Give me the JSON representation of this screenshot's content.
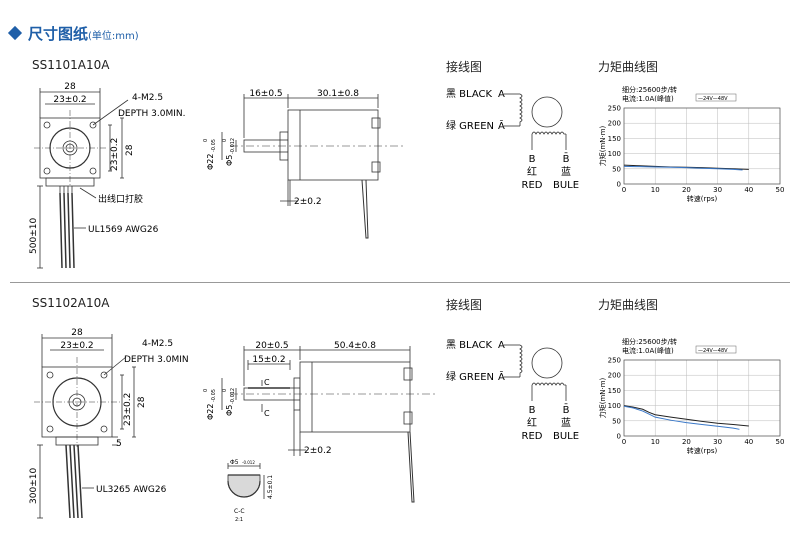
{
  "header": {
    "title": "尺寸图纸",
    "unit": "(单位:mm)"
  },
  "motors": [
    {
      "model": "SS1101A10A",
      "front": {
        "width": "28",
        "hole_spacing": "23±0.2",
        "thread": "4-M2.5",
        "depth": "DEPTH 3.0MIN.",
        "height": "28",
        "hole_spacing_v": "23±0.2",
        "outlet_note": "出线口打胶",
        "cable": "UL1569 AWG26",
        "lead_length": "500±10"
      },
      "side": {
        "shaft_length": "16±0.5",
        "body_length": "30.1±0.8",
        "boss_dia": "Φ22",
        "boss_tol_top": "0",
        "boss_tol_bot": "-0.05",
        "shaft_dia": "Φ5",
        "shaft_tol_top": "0",
        "shaft_tol_bot": "-0.012",
        "flange": "2±0.2"
      }
    },
    {
      "model": "SS1102A10A",
      "front": {
        "width": "28",
        "hole_spacing": "23±0.2",
        "thread": "4-M2.5",
        "depth": "DEPTH 3.0MIN",
        "height": "28",
        "hole_spacing_v": "23±0.2",
        "small_dim": "5",
        "cable": "UL3265 AWG26",
        "lead_length": "300±10"
      },
      "side": {
        "shaft_length": "20±0.5",
        "flat_length": "15±0.2",
        "body_length": "50.4±0.8",
        "boss_dia": "Φ22",
        "boss_tol_top": "0",
        "boss_tol_bot": "-0.05",
        "shaft_dia": "Φ5",
        "shaft_tol_top": "0",
        "shaft_tol_bot": "-0.012",
        "flange": "2±0.2",
        "section_mark": "C"
      },
      "section": {
        "dia": "Φ5",
        "dia_tol": "-0.012",
        "flat": "4.5±0.1",
        "label": "C-C",
        "scale": "2:1"
      }
    }
  ],
  "wiring": {
    "title": "接线图",
    "a_label": "黑 BLACK",
    "a_letter": "A",
    "abar_label": "绿 GREEN",
    "abar_letter": "Ā",
    "b_letter": "B",
    "bbar_letter": "B̄",
    "b_cn": "红",
    "b_en": "RED",
    "bbar_cn": "蓝",
    "bbar_en": "BULE"
  },
  "torque_title": "力矩曲线图",
  "chart_data": [
    {
      "type": "line",
      "subdivision": "细分:25600步/转",
      "current": "电流:1.0A(峰值)",
      "legend": "—24V—48V",
      "xlabel": "转速(rps)",
      "ylabel": "力矩(mN·m)",
      "xlim": [
        0,
        50
      ],
      "ylim": [
        0,
        250
      ],
      "xticks": [
        0,
        10,
        20,
        30,
        40,
        50
      ],
      "yticks": [
        0,
        50,
        100,
        150,
        200,
        250
      ],
      "series": [
        {
          "x": [
            0,
            5,
            10,
            15,
            20,
            25,
            30,
            35,
            40
          ],
          "values": [
            62,
            60,
            58,
            56,
            55,
            54,
            52,
            50,
            48
          ],
          "color": "#222222"
        },
        {
          "x": [
            0,
            5,
            10,
            15,
            20,
            25,
            30,
            35,
            38
          ],
          "values": [
            58,
            57,
            56,
            55,
            54,
            52,
            50,
            48,
            46
          ],
          "color": "#3a78c8"
        }
      ]
    },
    {
      "type": "line",
      "subdivision": "细分:25600步/转",
      "current": "电流:1.0A(峰值)",
      "legend": "—24V—48V",
      "xlabel": "转速(rps)",
      "ylabel": "力矩(mN·m)",
      "xlim": [
        0,
        50
      ],
      "ylim": [
        0,
        250
      ],
      "xticks": [
        0,
        10,
        20,
        30,
        40,
        50
      ],
      "yticks": [
        0,
        50,
        100,
        150,
        200,
        250
      ],
      "series": [
        {
          "x": [
            0,
            3,
            6,
            8,
            10,
            15,
            20,
            25,
            30,
            35,
            40
          ],
          "values": [
            100,
            95,
            88,
            78,
            70,
            62,
            55,
            48,
            42,
            38,
            33
          ],
          "color": "#222222"
        },
        {
          "x": [
            0,
            3,
            6,
            8,
            10,
            15,
            20,
            25,
            30,
            35,
            37
          ],
          "values": [
            98,
            92,
            82,
            72,
            62,
            52,
            44,
            38,
            32,
            26,
            22
          ],
          "color": "#3a78c8"
        }
      ]
    }
  ]
}
